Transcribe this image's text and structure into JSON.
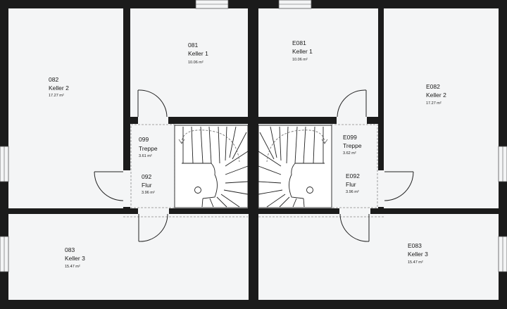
{
  "rooms": [
    {
      "id": "r082",
      "number": "082",
      "name": "Keller 2",
      "area": "17.27 m²"
    },
    {
      "id": "r081",
      "number": "081",
      "name": "Keller 1",
      "area": "10.06 m²"
    },
    {
      "id": "r099",
      "number": "099",
      "name": "Treppe",
      "area": "3.61 m²"
    },
    {
      "id": "r092",
      "number": "092",
      "name": "Flur",
      "area": "3.96 m²"
    },
    {
      "id": "r083",
      "number": "083",
      "name": "Keller 3",
      "area": "15.47 m²"
    },
    {
      "id": "rE081",
      "number": "E081",
      "name": "Keller 1",
      "area": "10.06 m²"
    },
    {
      "id": "rE082",
      "number": "E082",
      "name": "Keller 2",
      "area": "17.27 m²"
    },
    {
      "id": "rE099",
      "number": "E099",
      "name": "Treppe",
      "area": "3.62 m²"
    },
    {
      "id": "rE092",
      "number": "E092",
      "name": "Flur",
      "area": "3.96 m²"
    },
    {
      "id": "rE083",
      "number": "E083",
      "name": "Keller 3",
      "area": "15.47 m²"
    }
  ],
  "colors": {
    "wall": "#1b1b1b",
    "room_fill": "#f4f5f6",
    "line": "#222222",
    "dashed": "#888888"
  }
}
